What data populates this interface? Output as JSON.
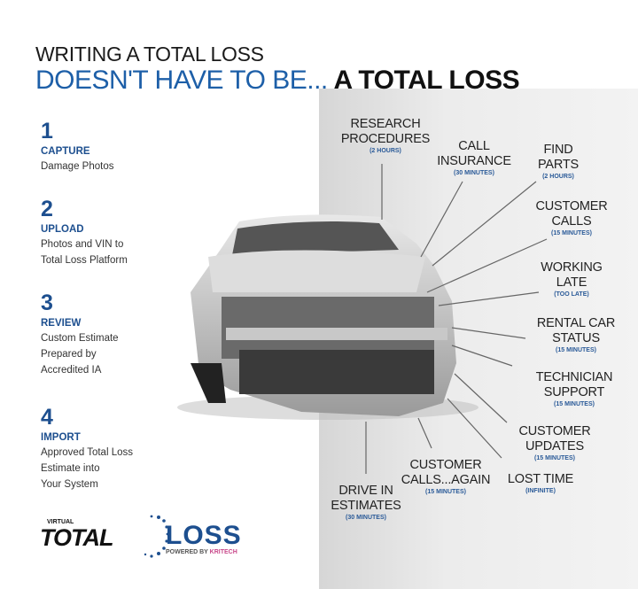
{
  "header": {
    "line1": "WRITING A TOTAL LOSS",
    "line2_blue": "DOESN'T HAVE TO BE...",
    "line2_dark": "A TOTAL LOSS"
  },
  "steps": [
    {
      "num": "1",
      "title": "CAPTURE",
      "desc": [
        "Damage Photos"
      ]
    },
    {
      "num": "2",
      "title": "UPLOAD",
      "desc": [
        "Photos and VIN to",
        "Total Loss Platform"
      ]
    },
    {
      "num": "3",
      "title": "REVIEW",
      "desc": [
        "Custom Estimate",
        "Prepared by",
        "Accredited IA"
      ]
    },
    {
      "num": "4",
      "title": "IMPORT",
      "desc": [
        "Approved Total Loss",
        "Estimate into",
        "Your System"
      ]
    }
  ],
  "tasks": [
    {
      "l1": "RESEARCH",
      "l2": "PROCEDURES",
      "time": "(2 HOURS)"
    },
    {
      "l1": "CALL",
      "l2": "INSURANCE",
      "time": "(30 MINUTES)"
    },
    {
      "l1": "FIND",
      "l2": "PARTS",
      "time": "(2 HOURS)"
    },
    {
      "l1": "CUSTOMER",
      "l2": "CALLS",
      "time": "(15 MINUTES)"
    },
    {
      "l1": "WORKING",
      "l2": "LATE",
      "time": "(TOO LATE)"
    },
    {
      "l1": "RENTAL CAR",
      "l2": "STATUS",
      "time": "(15 MINUTES)"
    },
    {
      "l1": "TECHNICIAN",
      "l2": "SUPPORT",
      "time": "(15 MINUTES)"
    },
    {
      "l1": "CUSTOMER",
      "l2": "UPDATES",
      "time": "(15 MINUTES)"
    },
    {
      "l1": "LOST TIME",
      "l2": "",
      "time": "(INFINITE)"
    },
    {
      "l1": "CUSTOMER",
      "l2": "CALLS...AGAIN",
      "time": "(15 MINUTES)"
    },
    {
      "l1": "DRIVE IN",
      "l2": "ESTIMATES",
      "time": "(30 MINUTES)"
    }
  ],
  "logo": {
    "virtual": "VIRTUAL",
    "total": "TOTAL",
    "loss": "LOSS",
    "powered": "POWERED BY ",
    "brand": "KRITECH"
  },
  "colors": {
    "blue": "#1d5fa8",
    "navy": "#1d4f8f"
  }
}
